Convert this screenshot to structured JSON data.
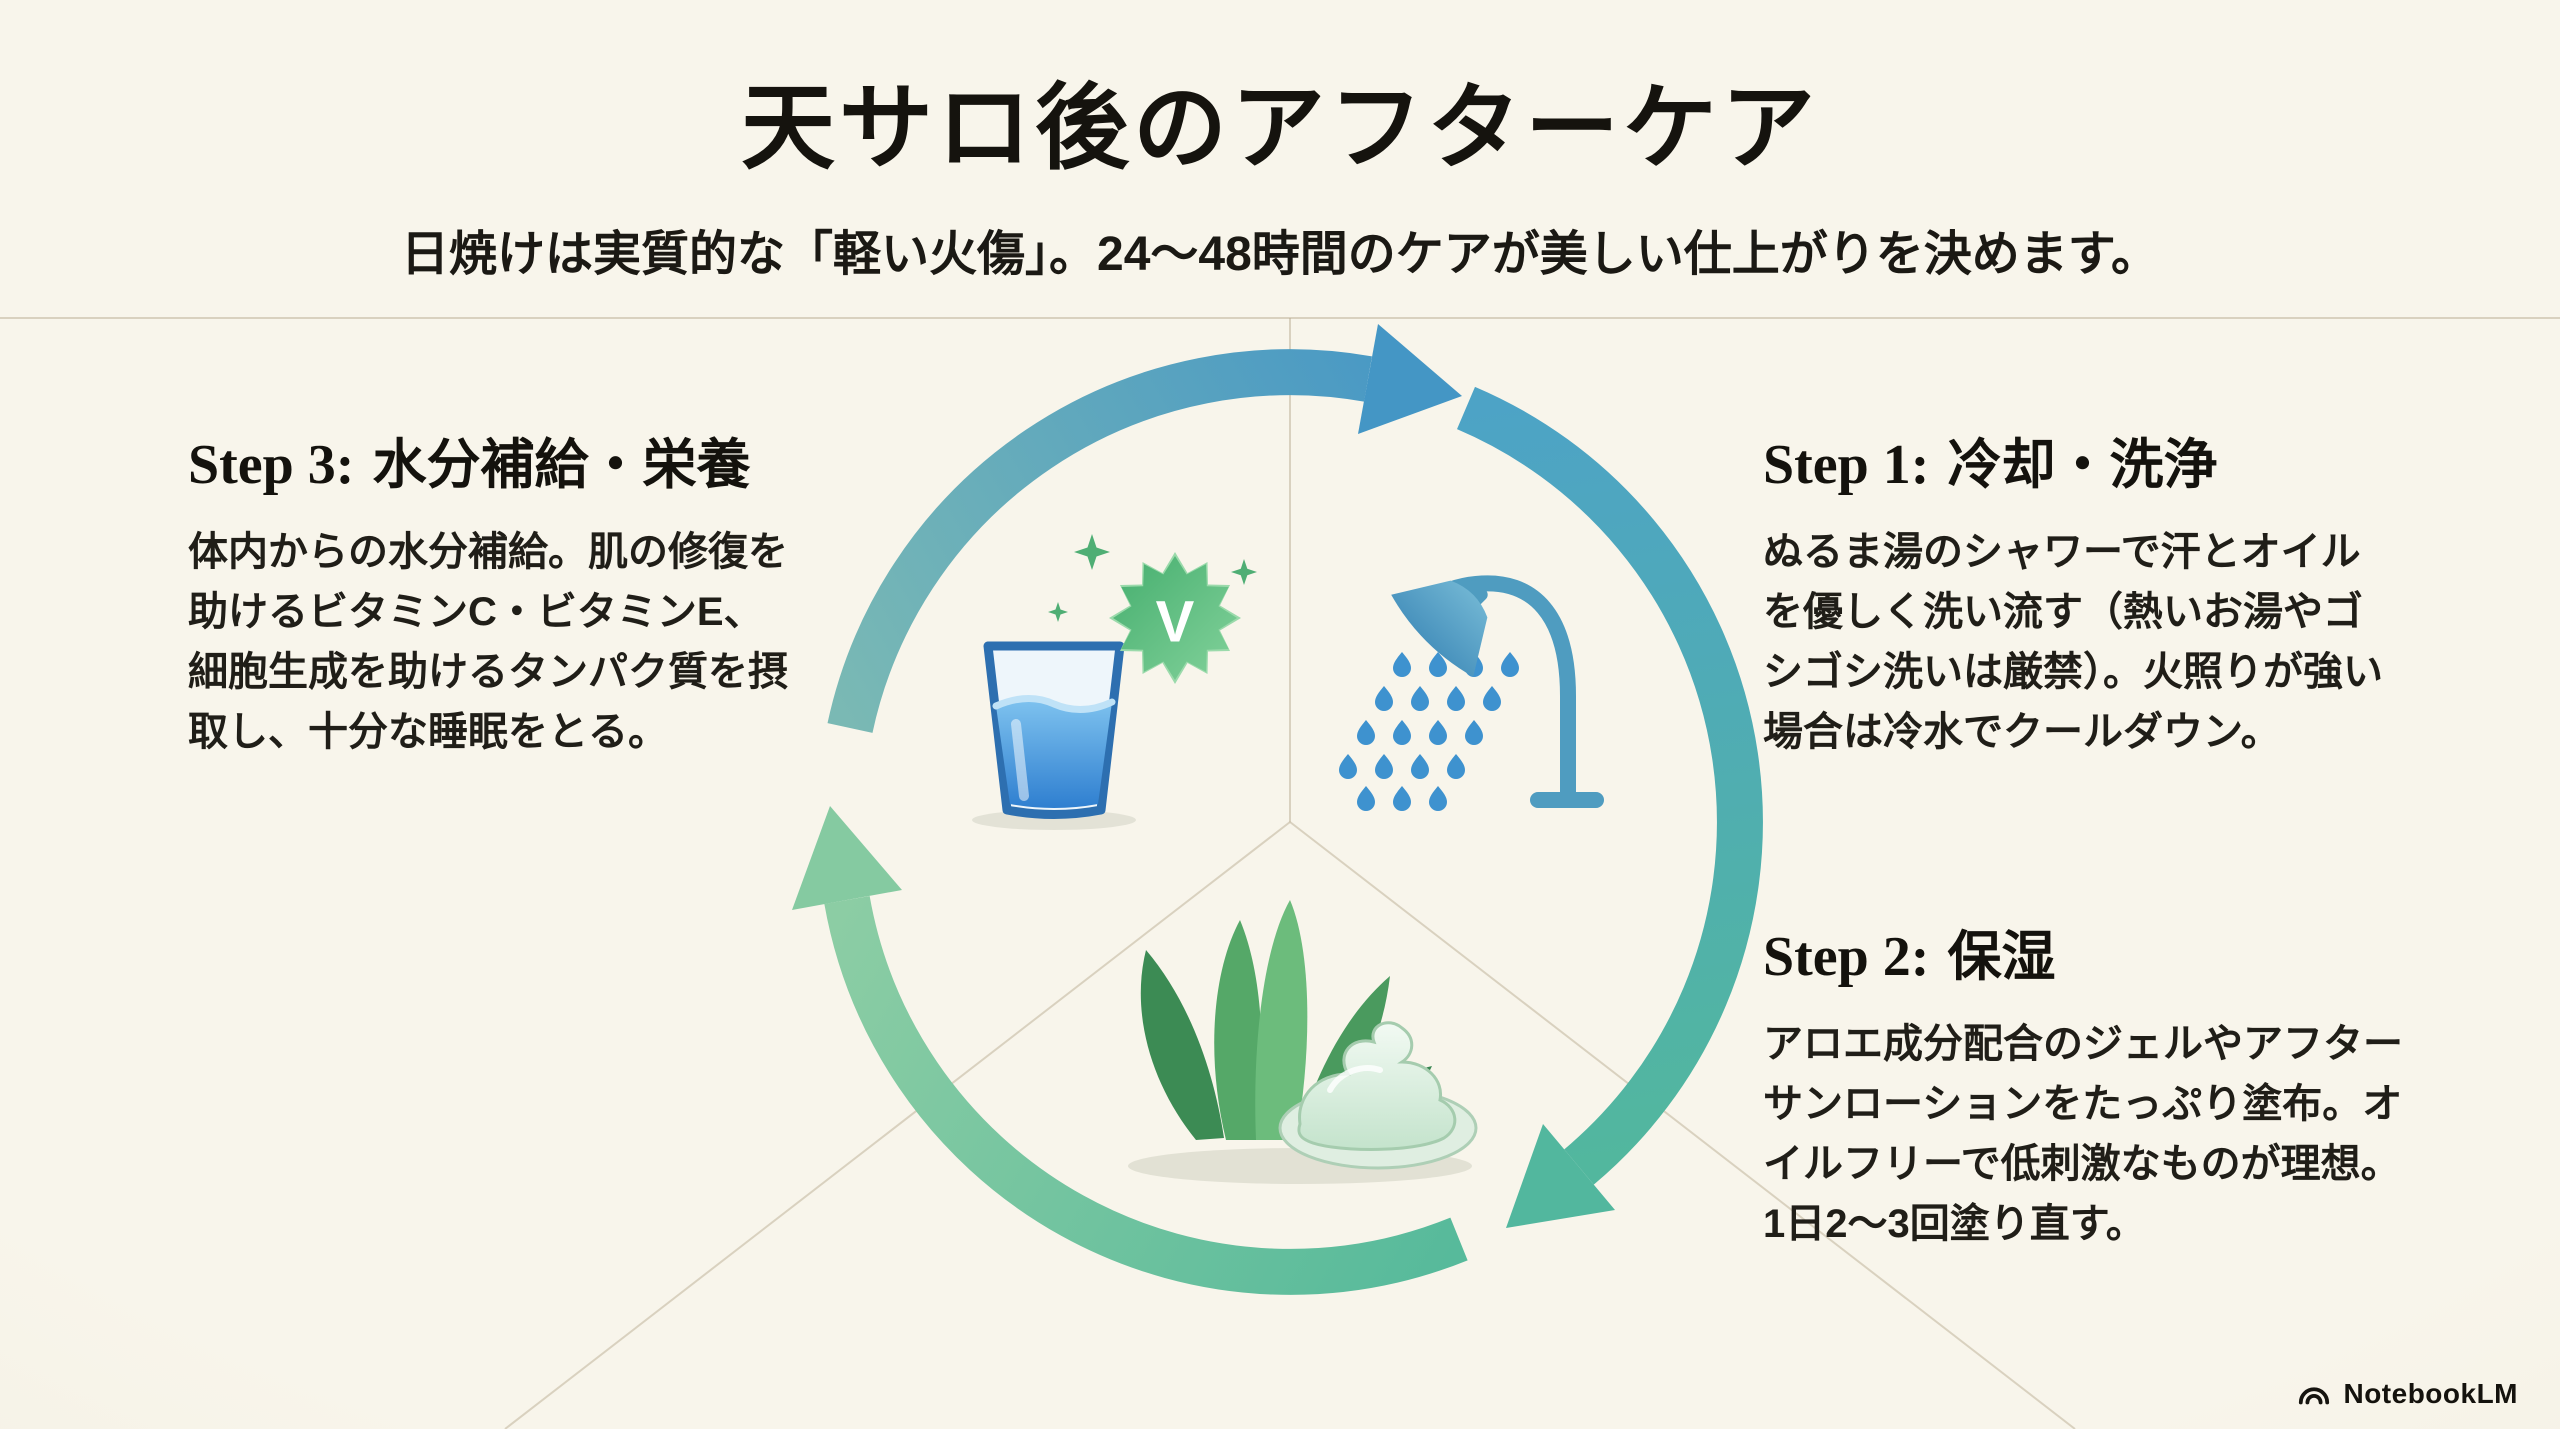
{
  "header": {
    "title": "天サロ後のアフターケア",
    "subtitle": "日焼けは実質的な「軽い火傷」。24〜48時間のケアが美しい仕上がりを決めます。"
  },
  "steps": [
    {
      "label": "Step 1:",
      "title": "冷却・洗浄",
      "body": "ぬるま湯のシャワーで汗とオイルを優しく洗い流す（熱いお湯やゴシゴシ洗いは厳禁）。火照りが強い場合は冷水でクールダウン。"
    },
    {
      "label": "Step 2:",
      "title": "保湿",
      "body": "アロエ成分配合のジェルやアフターサンローションをたっぷり塗布。オイルフリーで低刺激なものが理想。1日2〜3回塗り直す。"
    },
    {
      "label": "Step 3:",
      "title": "水分補給・栄養",
      "body": "体内からの水分補給。肌の修復を助けるビタミンC・ビタミンE、細胞生成を助けるタンパク質を摂取し、十分な睡眠をとる。"
    }
  ],
  "diagram": {
    "type": "cycle",
    "vitamin_letter": "V",
    "icons": [
      "water-glass-vitamin-icon",
      "shower-icon",
      "aloe-gel-icon"
    ],
    "colors": {
      "arrow_blue": "#4596c6",
      "arrow_teal": "#52b79e",
      "arrow_green": "#8ccda4",
      "background": "#f6f2e6"
    }
  },
  "branding": {
    "label": "NotebookLM"
  }
}
